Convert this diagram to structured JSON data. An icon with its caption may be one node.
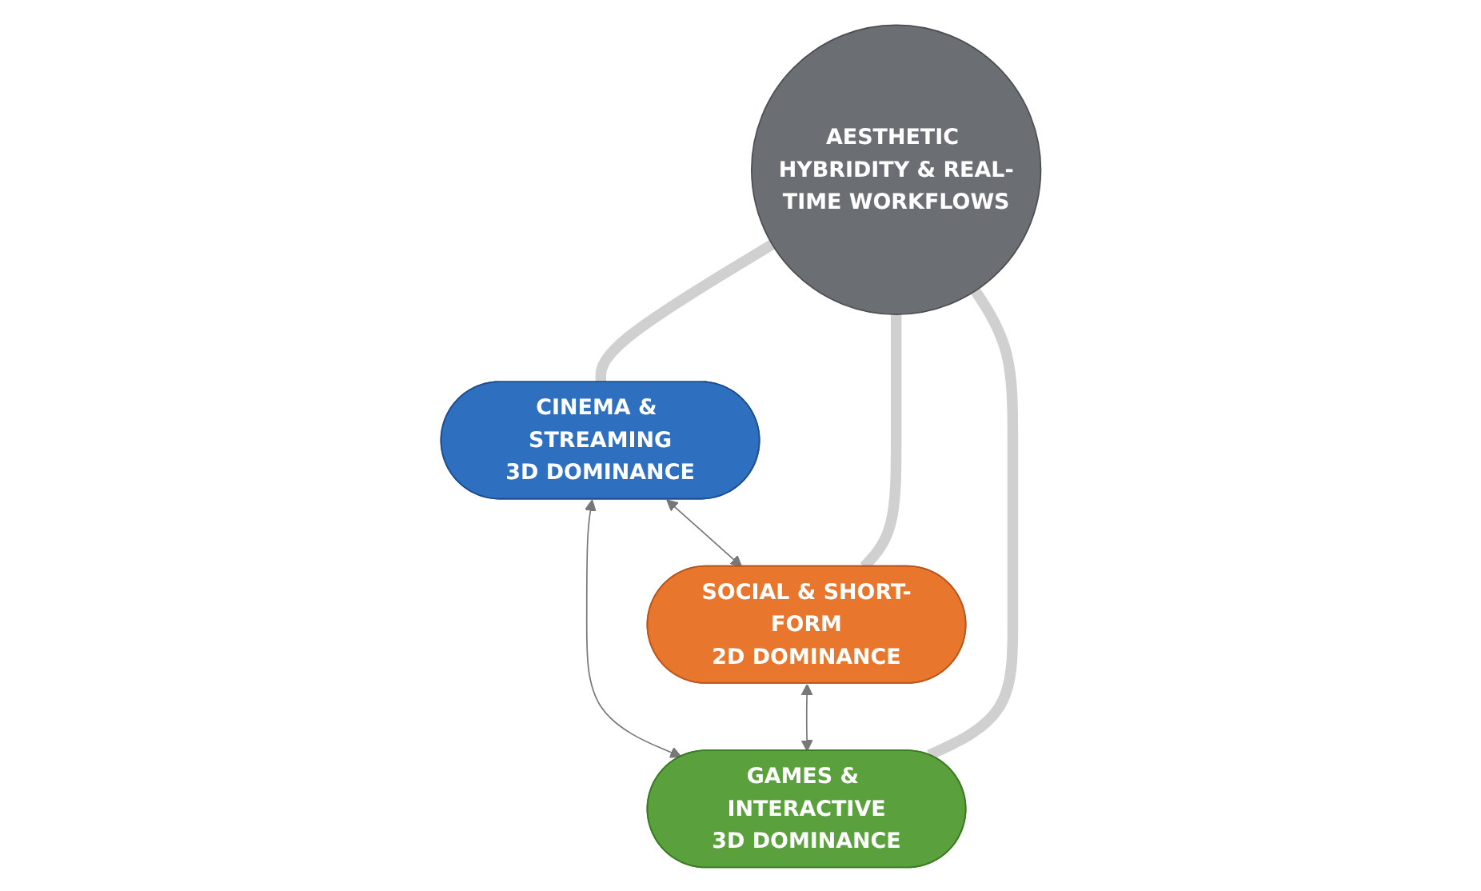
{
  "diagram": {
    "nodes": [
      {
        "text": [
          "CINEMA & STREAMING",
          "3D DOMINANCE"
        ]
      },
      {
        "text": [
          "SOCIAL & SHORT-FORM",
          "2D DOMINANCE"
        ]
      },
      {
        "text": [
          "AESTHETIC HYBRIDITY & REAL-TIME WORKFLOWS"
        ]
      },
      {
        "text": [
          "GAMES & INTERACTIVE",
          "3D DOMINANCE"
        ]
      }
    ],
    "edges": [
      {
        "from": 0,
        "to": 1,
        "arrow": "both"
      },
      {
        "from": 0,
        "to": 3,
        "arrow": "both"
      },
      {
        "from": 1,
        "to": 3,
        "arrow": "both"
      },
      {
        "from": 2,
        "to": 0,
        "arrow": "none",
        "style": "thick",
        "color": "#d0d0d0"
      },
      {
        "from": 2,
        "to": 1,
        "arrow": "none",
        "style": "thick",
        "color": "#d0d0d0"
      },
      {
        "from": 2,
        "to": 3,
        "arrow": "none",
        "style": "thick",
        "color": "#d0d0d0"
      }
    ]
  }
}
